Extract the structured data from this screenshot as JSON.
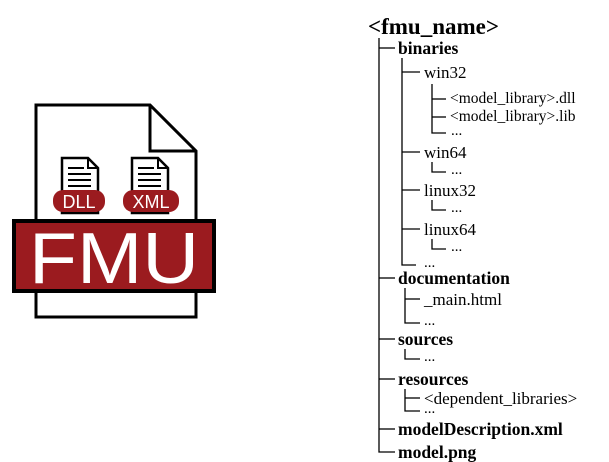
{
  "logo": {
    "icon_a": "DLL",
    "icon_b": "XML",
    "banner": "FMU",
    "accent": "#9b1b1f"
  },
  "tree": {
    "root": "<fmu_name>",
    "binaries": "binaries",
    "win32": "win32",
    "dll": "<model_library>.dll",
    "lib": "<model_library>.lib",
    "win32_more": "...",
    "win64": "win64",
    "win64_more": "...",
    "linux32": "linux32",
    "linux32_more": "...",
    "linux64": "linux64",
    "linux64_more": "...",
    "binaries_more": "...",
    "documentation": "documentation",
    "main_html": "_main.html",
    "doc_more": "...",
    "sources": "sources",
    "sources_more": "...",
    "resources": "resources",
    "dep_libs": "<dependent_libraries>",
    "res_more": "...",
    "model_description": "modelDescription.xml",
    "model_png": "model.png"
  }
}
